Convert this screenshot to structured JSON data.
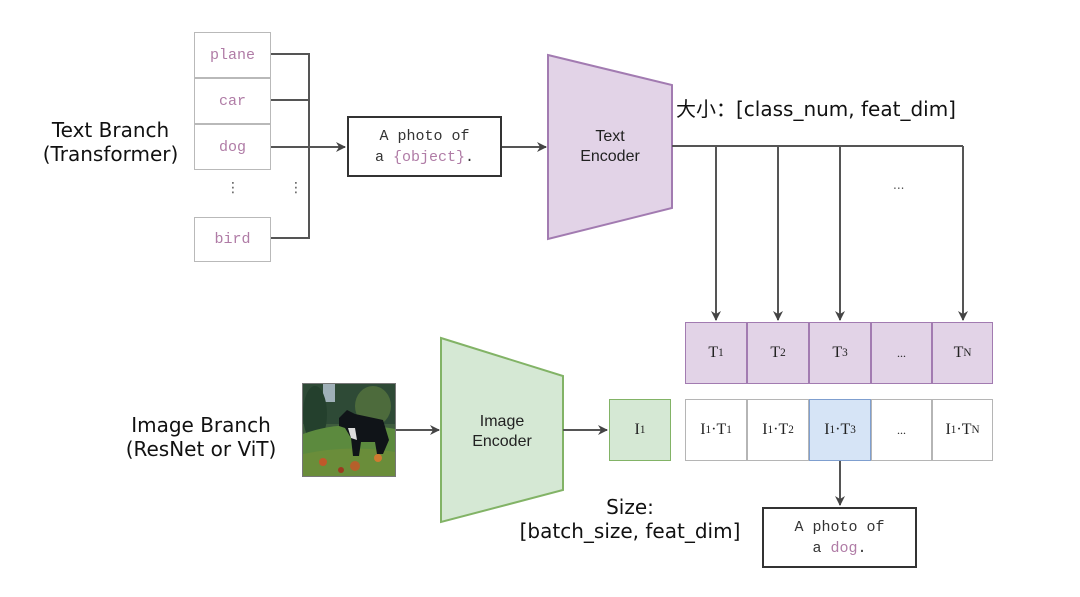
{
  "text_branch": {
    "title": "Text Branch",
    "subtitle": "(Transformer)",
    "classes": [
      "plane",
      "car",
      "dog",
      "bird"
    ],
    "ellipsis": "⋮",
    "prompt": {
      "line1": "A photo of",
      "line2_prefix": "a ",
      "line2_var": "{object}",
      "line2_suffix": "."
    },
    "encoder_line1": "Text",
    "encoder_line2": "Encoder",
    "size_label": "大小：[class_num, feat_dim]",
    "dots": "..."
  },
  "image_branch": {
    "title": "Image Branch",
    "subtitle": "(ResNet or ViT)",
    "encoder_line1": "Image",
    "encoder_line2": "Encoder",
    "feature": {
      "base": "I",
      "sub": "1"
    },
    "size_line1": "Size:",
    "size_line2": "[batch_size, feat_dim]"
  },
  "text_features": [
    {
      "base": "T",
      "sub": "1"
    },
    {
      "base": "T",
      "sub": "2"
    },
    {
      "base": "T",
      "sub": "3"
    },
    {
      "base": "...",
      "sub": ""
    },
    {
      "base": "T",
      "sub": "N"
    }
  ],
  "similarities": [
    {
      "a": "I",
      "asub": "1",
      "b": "T",
      "bsub": "1",
      "highlight": false
    },
    {
      "a": "I",
      "asub": "1",
      "b": "T",
      "bsub": "2",
      "highlight": false
    },
    {
      "a": "I",
      "asub": "1",
      "b": "T",
      "bsub": "3",
      "highlight": true
    },
    {
      "a": "...",
      "asub": "",
      "b": "",
      "bsub": "",
      "highlight": false
    },
    {
      "a": "I",
      "asub": "1",
      "b": "T",
      "bsub": "N",
      "highlight": false
    }
  ],
  "result": {
    "line1": "A photo of",
    "line2_prefix": "a ",
    "line2_var": "dog",
    "line2_suffix": "."
  },
  "colors": {
    "text_encoder_fill": "#e2d3e7",
    "text_encoder_stroke": "#a27bb1",
    "image_encoder_fill": "#d5e8d4",
    "image_encoder_stroke": "#82b366",
    "highlight_fill": "#d6e4f6",
    "class_text": "#b07ca6"
  }
}
